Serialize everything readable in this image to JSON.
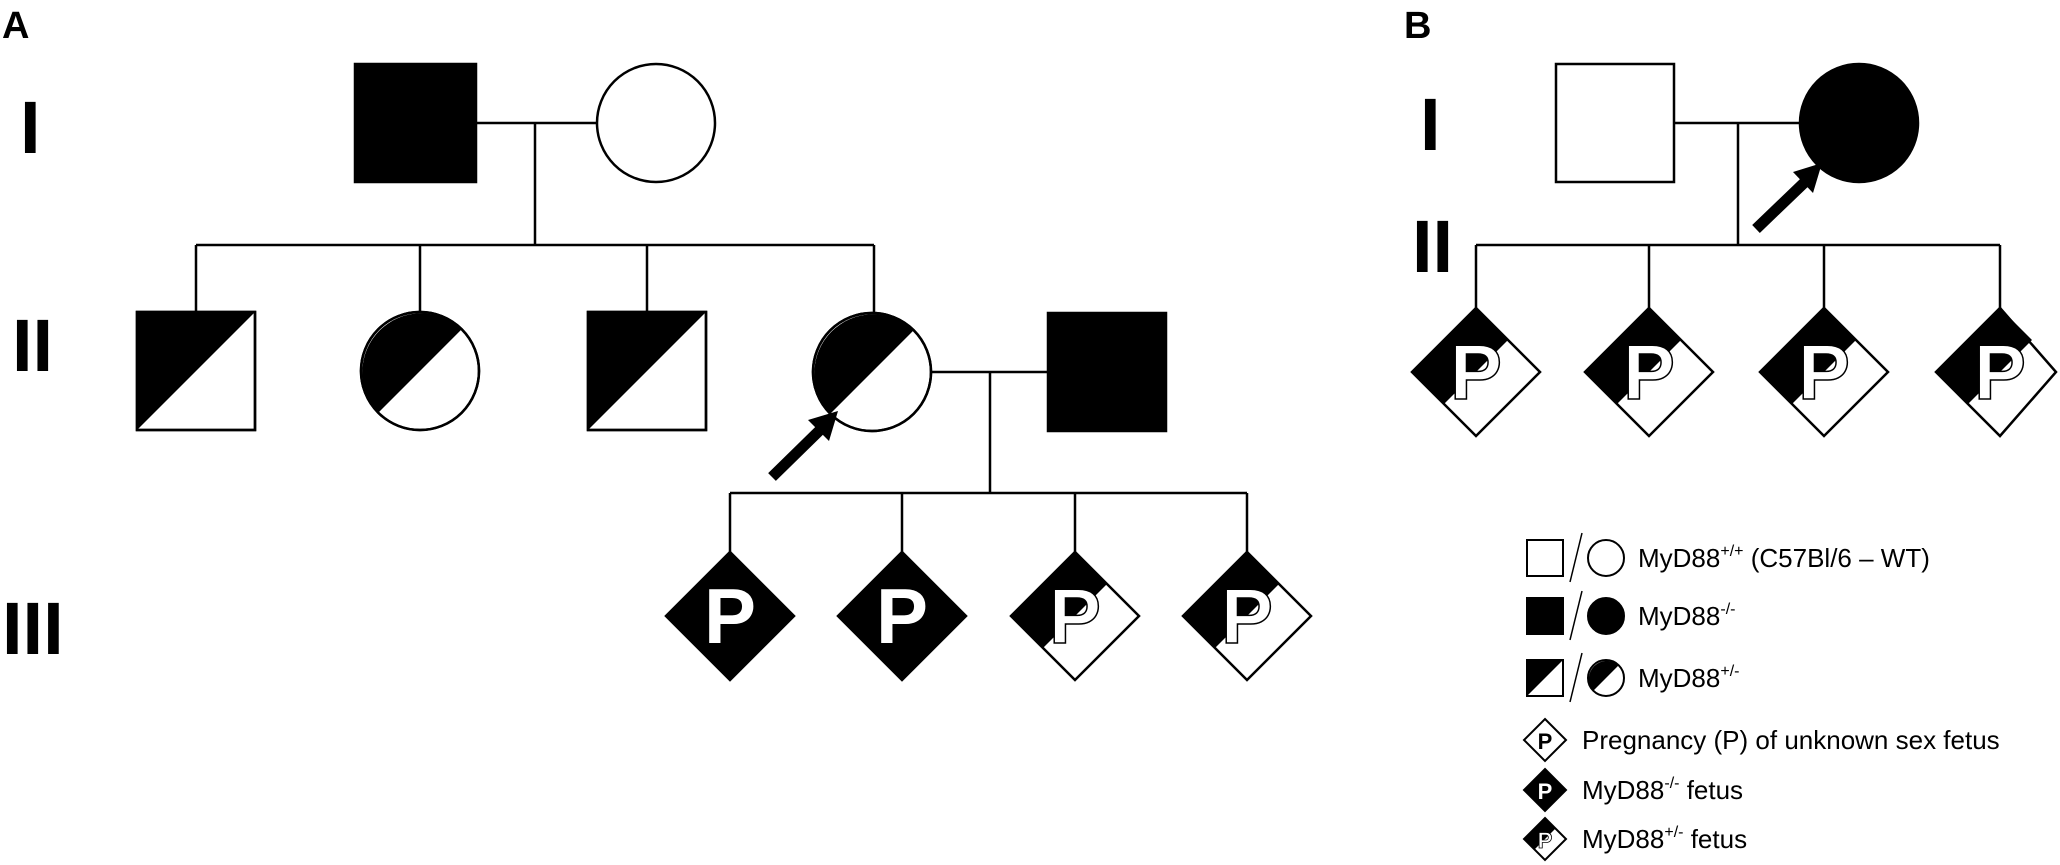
{
  "panels": {
    "a": "A",
    "b": "B"
  },
  "generations": {
    "g1": "I",
    "g2": "II",
    "g3": "III"
  },
  "fetus_letter": "P",
  "legend": {
    "wt": {
      "text": "MyD88",
      "sup": "+/+",
      "after": " (C57Bl/6 – WT)"
    },
    "ko": {
      "text": "MyD88",
      "sup": "-/-",
      "after": ""
    },
    "het": {
      "text": "MyD88",
      "sup": "+/-",
      "after": ""
    },
    "preg": {
      "text": "Pregnancy (P) of unknown sex fetus",
      "sup": "",
      "after": ""
    },
    "ko_fetus": {
      "text": "MyD88",
      "sup": "-/-",
      "after": " fetus"
    },
    "het_fetus": {
      "text": "MyD88",
      "sup": "+/-",
      "after": " fetus"
    }
  },
  "colors": {
    "fill": "#000000",
    "empty": "#ffffff",
    "line": "#000000"
  },
  "status_key": {
    "black": "MyD88-/-",
    "white": "MyD88+/+",
    "half": "MyD88+/-"
  },
  "individuals": [
    {
      "id": "A-I-1",
      "shape": "square",
      "status": "black"
    },
    {
      "id": "A-I-2",
      "shape": "circle",
      "status": "white"
    },
    {
      "id": "A-II-1",
      "shape": "square",
      "status": "half"
    },
    {
      "id": "A-II-2",
      "shape": "circle",
      "status": "half"
    },
    {
      "id": "A-II-3",
      "shape": "square",
      "status": "half"
    },
    {
      "id": "A-II-4",
      "shape": "circle",
      "status": "half",
      "proband": true
    },
    {
      "id": "A-II-5",
      "shape": "square",
      "status": "black"
    },
    {
      "id": "A-III-1",
      "shape": "diamond",
      "status": "black"
    },
    {
      "id": "A-III-2",
      "shape": "diamond",
      "status": "black"
    },
    {
      "id": "A-III-3",
      "shape": "diamond",
      "status": "half"
    },
    {
      "id": "A-III-4",
      "shape": "diamond",
      "status": "half"
    },
    {
      "id": "B-I-1",
      "shape": "square",
      "status": "white"
    },
    {
      "id": "B-I-2",
      "shape": "circle",
      "status": "black",
      "proband": true
    },
    {
      "id": "B-II-1",
      "shape": "diamond",
      "status": "half"
    },
    {
      "id": "B-II-2",
      "shape": "diamond",
      "status": "half"
    },
    {
      "id": "B-II-3",
      "shape": "diamond",
      "status": "half"
    },
    {
      "id": "B-II-4",
      "shape": "diamond",
      "status": "half"
    }
  ]
}
